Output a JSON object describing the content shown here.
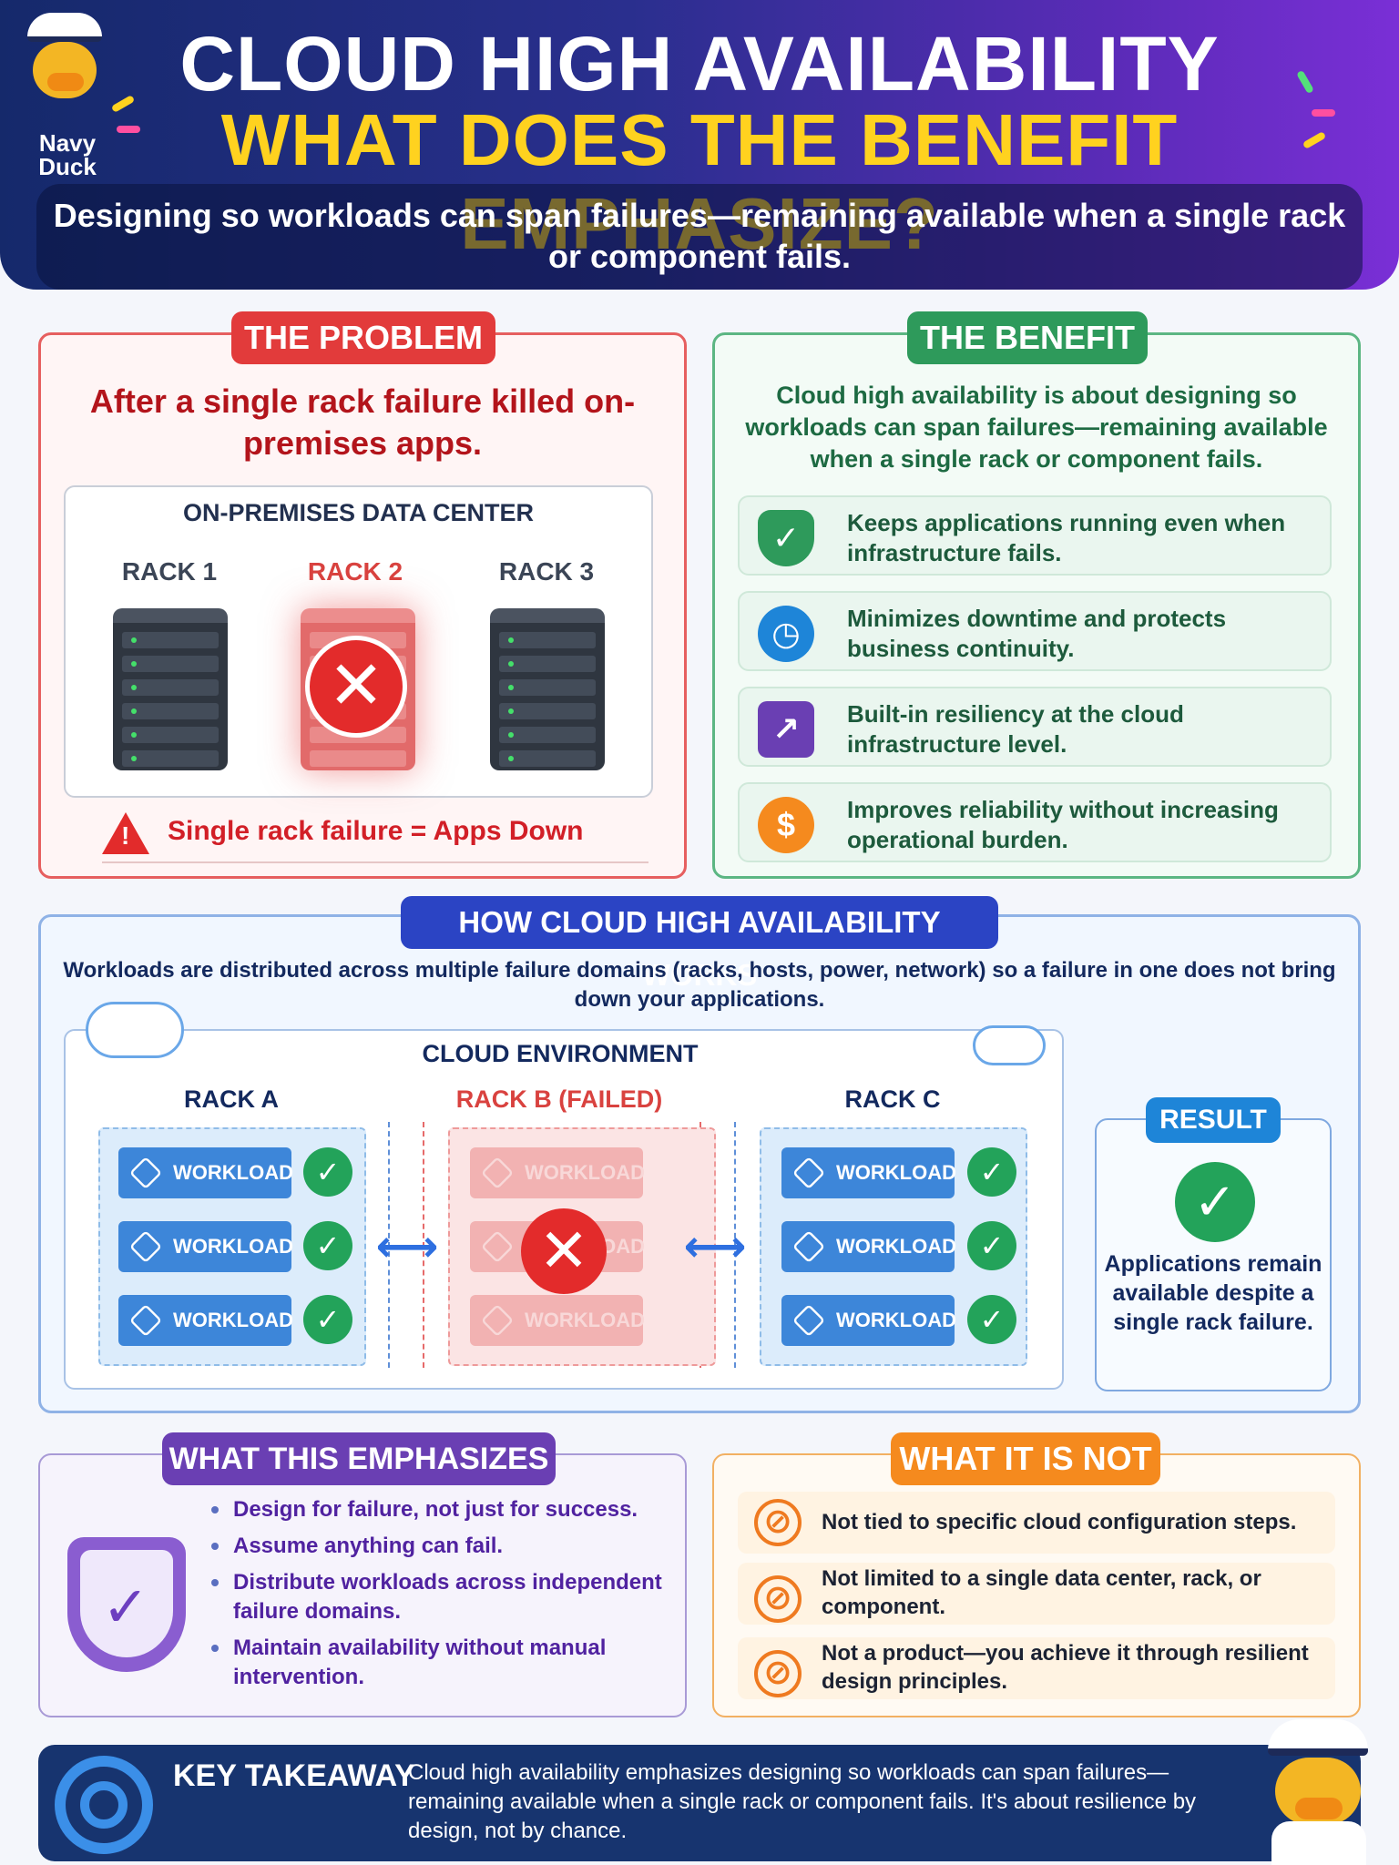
{
  "header": {
    "title_line1": "CLOUD HIGH AVAILABILITY",
    "title_line2": "WHAT DOES THE BENEFIT EMPHASIZE?",
    "subtitle": "Designing so workloads can span failures—remaining available when a single rack or component fails.",
    "logo_text_1": "Navy",
    "logo_text_2": "Duck"
  },
  "problem": {
    "title": "THE PROBLEM",
    "headline": "After a single rack failure killed on-premises apps.",
    "datacenter_label": "ON-PREMISES DATA CENTER",
    "racks": [
      "RACK 1",
      "RACK 2",
      "RACK 3"
    ],
    "warning": "Single rack failure = Apps Down"
  },
  "benefit": {
    "title": "THE BENEFIT",
    "headline": "Cloud high availability is about designing so workloads can span failures—remaining available when a single rack or component fails.",
    "items": [
      {
        "text": "Keeps applications running even when infrastructure fails.",
        "icon": "shield-check-icon",
        "color": "#2e9a5b"
      },
      {
        "text": "Minimizes downtime and protects business continuity.",
        "icon": "clock-icon",
        "color": "#1e85d8"
      },
      {
        "text": "Built-in resiliency at the cloud infrastructure level.",
        "icon": "growth-chart-icon",
        "color": "#6a3fb3"
      },
      {
        "text": "Improves reliability without increasing operational burden.",
        "icon": "dollar-icon",
        "color": "#f58a1e"
      }
    ]
  },
  "how": {
    "title": "HOW CLOUD HIGH AVAILABILITY WORKS",
    "description": "Workloads are distributed across multiple failure domains (racks, hosts, power, network) so a failure in one does not bring down your applications.",
    "environment_label": "CLOUD ENVIRONMENT",
    "rack_a": "RACK A",
    "rack_b": "RACK B (FAILED)",
    "rack_c": "RACK C",
    "workload_label": "WORKLOAD",
    "result_title": "RESULT",
    "result_text": "Applications remain available despite a single rack failure."
  },
  "emphasizes": {
    "title": "WHAT THIS EMPHASIZES",
    "items": [
      "Design for failure, not just for success.",
      "Assume anything can fail.",
      "Distribute workloads across independent failure domains.",
      "Maintain availability without manual intervention."
    ]
  },
  "not": {
    "title": "WHAT IT IS NOT",
    "items": [
      "Not tied to specific cloud configuration steps.",
      "Not limited to a single data center, rack, or component.",
      "Not a product—you achieve it through resilient design principles."
    ]
  },
  "takeaway": {
    "label": "KEY TAKEAWAY",
    "text": "Cloud high availability emphasizes designing so workloads can span failures—remaining available when a single rack or component fails. It's about resilience by design, not by chance."
  },
  "colors": {
    "problem": "#e23b3b",
    "benefit": "#2e9a5b",
    "how": "#2b44c4",
    "emphasizes": "#6a3fb3",
    "not": "#f58a1e",
    "takeaway": "#17346f"
  }
}
